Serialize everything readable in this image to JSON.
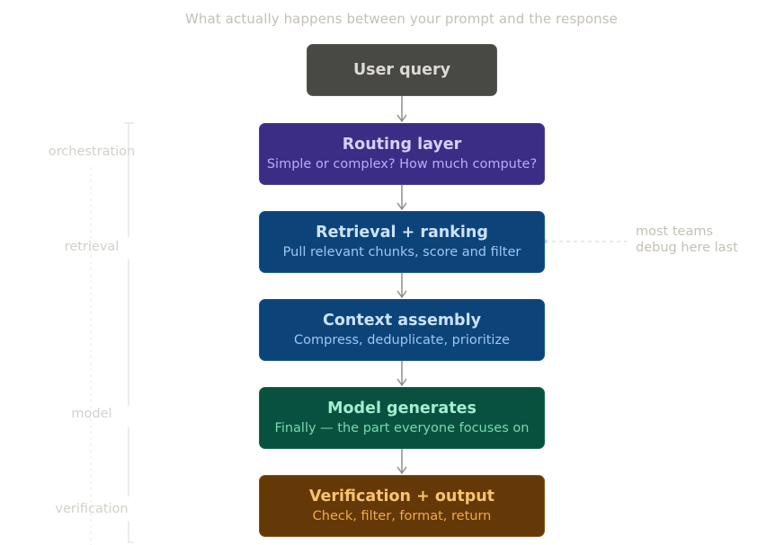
{
  "subtitle": "What actually happens between your prompt and the response",
  "nodes": [
    {
      "title": "User query",
      "desc": "",
      "fill": "#484844",
      "stroke": "#5c5c57",
      "title_color": "#dcdad2",
      "desc_color": ""
    },
    {
      "title": "Routing layer",
      "desc": "Simple or complex? How much compute?",
      "fill": "#3b2c86",
      "stroke": "#4e3e9e",
      "title_color": "#d6d0fb",
      "desc_color": "#b9adf2"
    },
    {
      "title": "Retrieval + ranking",
      "desc": "Pull relevant chunks, score and filter",
      "fill": "#0c447a",
      "stroke": "#1a5894",
      "title_color": "#cde2fa",
      "desc_color": "#9fc6f0"
    },
    {
      "title": "Context assembly",
      "desc": "Compress, deduplicate, prioritize",
      "fill": "#0c447a",
      "stroke": "#1a5894",
      "title_color": "#cde2fa",
      "desc_color": "#9fc6f0"
    },
    {
      "title": "Model generates",
      "desc": "Finally — the part everyone focuses on",
      "fill": "#09513f",
      "stroke": "#186752",
      "title_color": "#a6ecd0",
      "desc_color": "#76d9b2"
    },
    {
      "title": "Verification + output",
      "desc": "Check, filter, format, return",
      "fill": "#643807",
      "stroke": "#8a5518",
      "title_color": "#f7c46f",
      "desc_color": "#f2a94a"
    }
  ],
  "stage_labels": [
    "orchestration",
    "retrieval",
    "model",
    "verification"
  ],
  "annotation": {
    "line1": "most teams",
    "line2": "debug here last"
  },
  "colors": {
    "arrow": "#8f8d88",
    "bracket": "#dcd9d3",
    "guide": "#ebe8e3"
  }
}
